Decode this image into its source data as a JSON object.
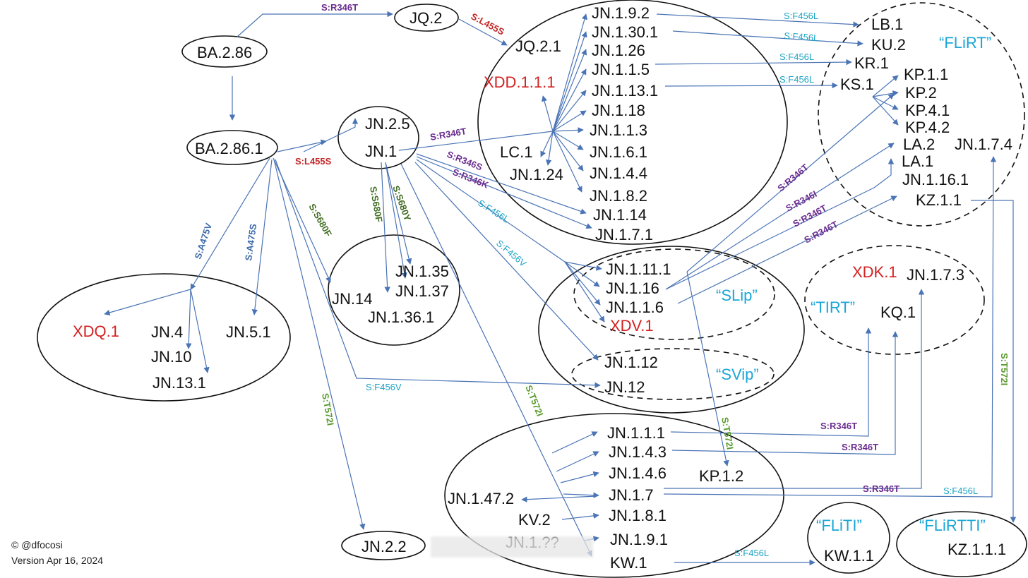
{
  "nodes": {
    "ba286": "BA.2.86",
    "jq2": "JQ.2",
    "jq21": "JQ.2.1",
    "xdd111": "XDD.1.1.1",
    "ba2861": "BA.2.86.1",
    "jn25": "JN.2.5",
    "jn1": "JN.1",
    "lc1": "LC.1",
    "jn124": "JN.1.24",
    "jn192": "JN.1.9.2",
    "jn1301": "JN.1.30.1",
    "jn126": "JN.1.26",
    "jn115": "JN.1.1.5",
    "jn1131": "JN.1.13.1",
    "jn118": "JN.1.18",
    "jn113": "JN.1.1.3",
    "jn161": "JN.1.6.1",
    "jn144": "JN.1.4.4",
    "jn182": "JN.1.8.2",
    "jn114": "JN.1.14",
    "jn171": "JN.1.7.1",
    "lb1": "LB.1",
    "ku2": "KU.2",
    "kr1": "KR.1",
    "ks1": "KS.1",
    "kp11": "KP.1.1",
    "kp2": "KP.2",
    "kp41": "KP.4.1",
    "kp42": "KP.4.2",
    "la2": "LA.2",
    "la1": "LA.1",
    "jn1161": "JN.1.16.1",
    "kz11": "KZ.1.1",
    "jn174": "JN.1.7.4",
    "xdq1": "XDQ.1",
    "jn4": "JN.4",
    "jn10": "JN.10",
    "jn131": "JN.13.1",
    "jn51": "JN.5.1",
    "jn135": "JN.1.35",
    "jn137": "JN.1.37",
    "jn14": "JN.14",
    "jn1361": "JN.1.36.1",
    "jn1111": "JN.1.11.1",
    "jn116": "JN.1.16",
    "jn1161b": "JN.1.1.6",
    "xdv1": "XDV.1",
    "jn112": "JN.1.12",
    "jn12": "JN.12",
    "xdk1": "XDK.1",
    "jn173": "JN.1.7.3",
    "kq1": "KQ.1",
    "jn1111b": "JN.1.1.1",
    "jn143": "JN.1.4.3",
    "jn146": "JN.1.4.6",
    "jn17": "JN.1.7",
    "jn1472": "JN.1.47.2",
    "jn181": "JN.1.8.1",
    "kv2": "KV.2",
    "jn191": "JN.1.9.1",
    "kw1": "KW.1",
    "kp12": "KP.1.2",
    "jn22": "JN.2.2",
    "kw11": "KW.1.1",
    "kz111": "KZ.1.1.1",
    "jn1xx": "JN.1.??"
  },
  "groups": {
    "flirt": "“FLiRT”",
    "slip": "“SLip”",
    "svip": "“SVip”",
    "tirt": "“TIRT”",
    "fliti": "“FLiTI”",
    "flirtti": "“FLiRTTI”"
  },
  "mutations": {
    "r346t": "S:R346T",
    "l455s": "S:L455S",
    "r346s": "S:R346S",
    "r346k": "S:R346K",
    "r346i": "S:R346I",
    "s680f": "S:S680F",
    "s680y": "S:S680Y",
    "f456l": "S:F456L",
    "f456v": "S:F456V",
    "a475v": "S:A475V",
    "a475s": "S:A475S",
    "t572i": "S:T572I"
  },
  "credit": {
    "author": "©  @dfocosi",
    "version": "Version Apr 16, 2024"
  },
  "colors": {
    "edge": "#4a74b5",
    "recombinant": "#d42020",
    "group_label": "#1aa6d6",
    "mutation_purple": "#6a2c8e",
    "mutation_red": "#c42727",
    "mutation_green": "#5a9a2e",
    "mutation_teal": "#1ea3c4",
    "mutation_blue": "#3c6aa8"
  }
}
